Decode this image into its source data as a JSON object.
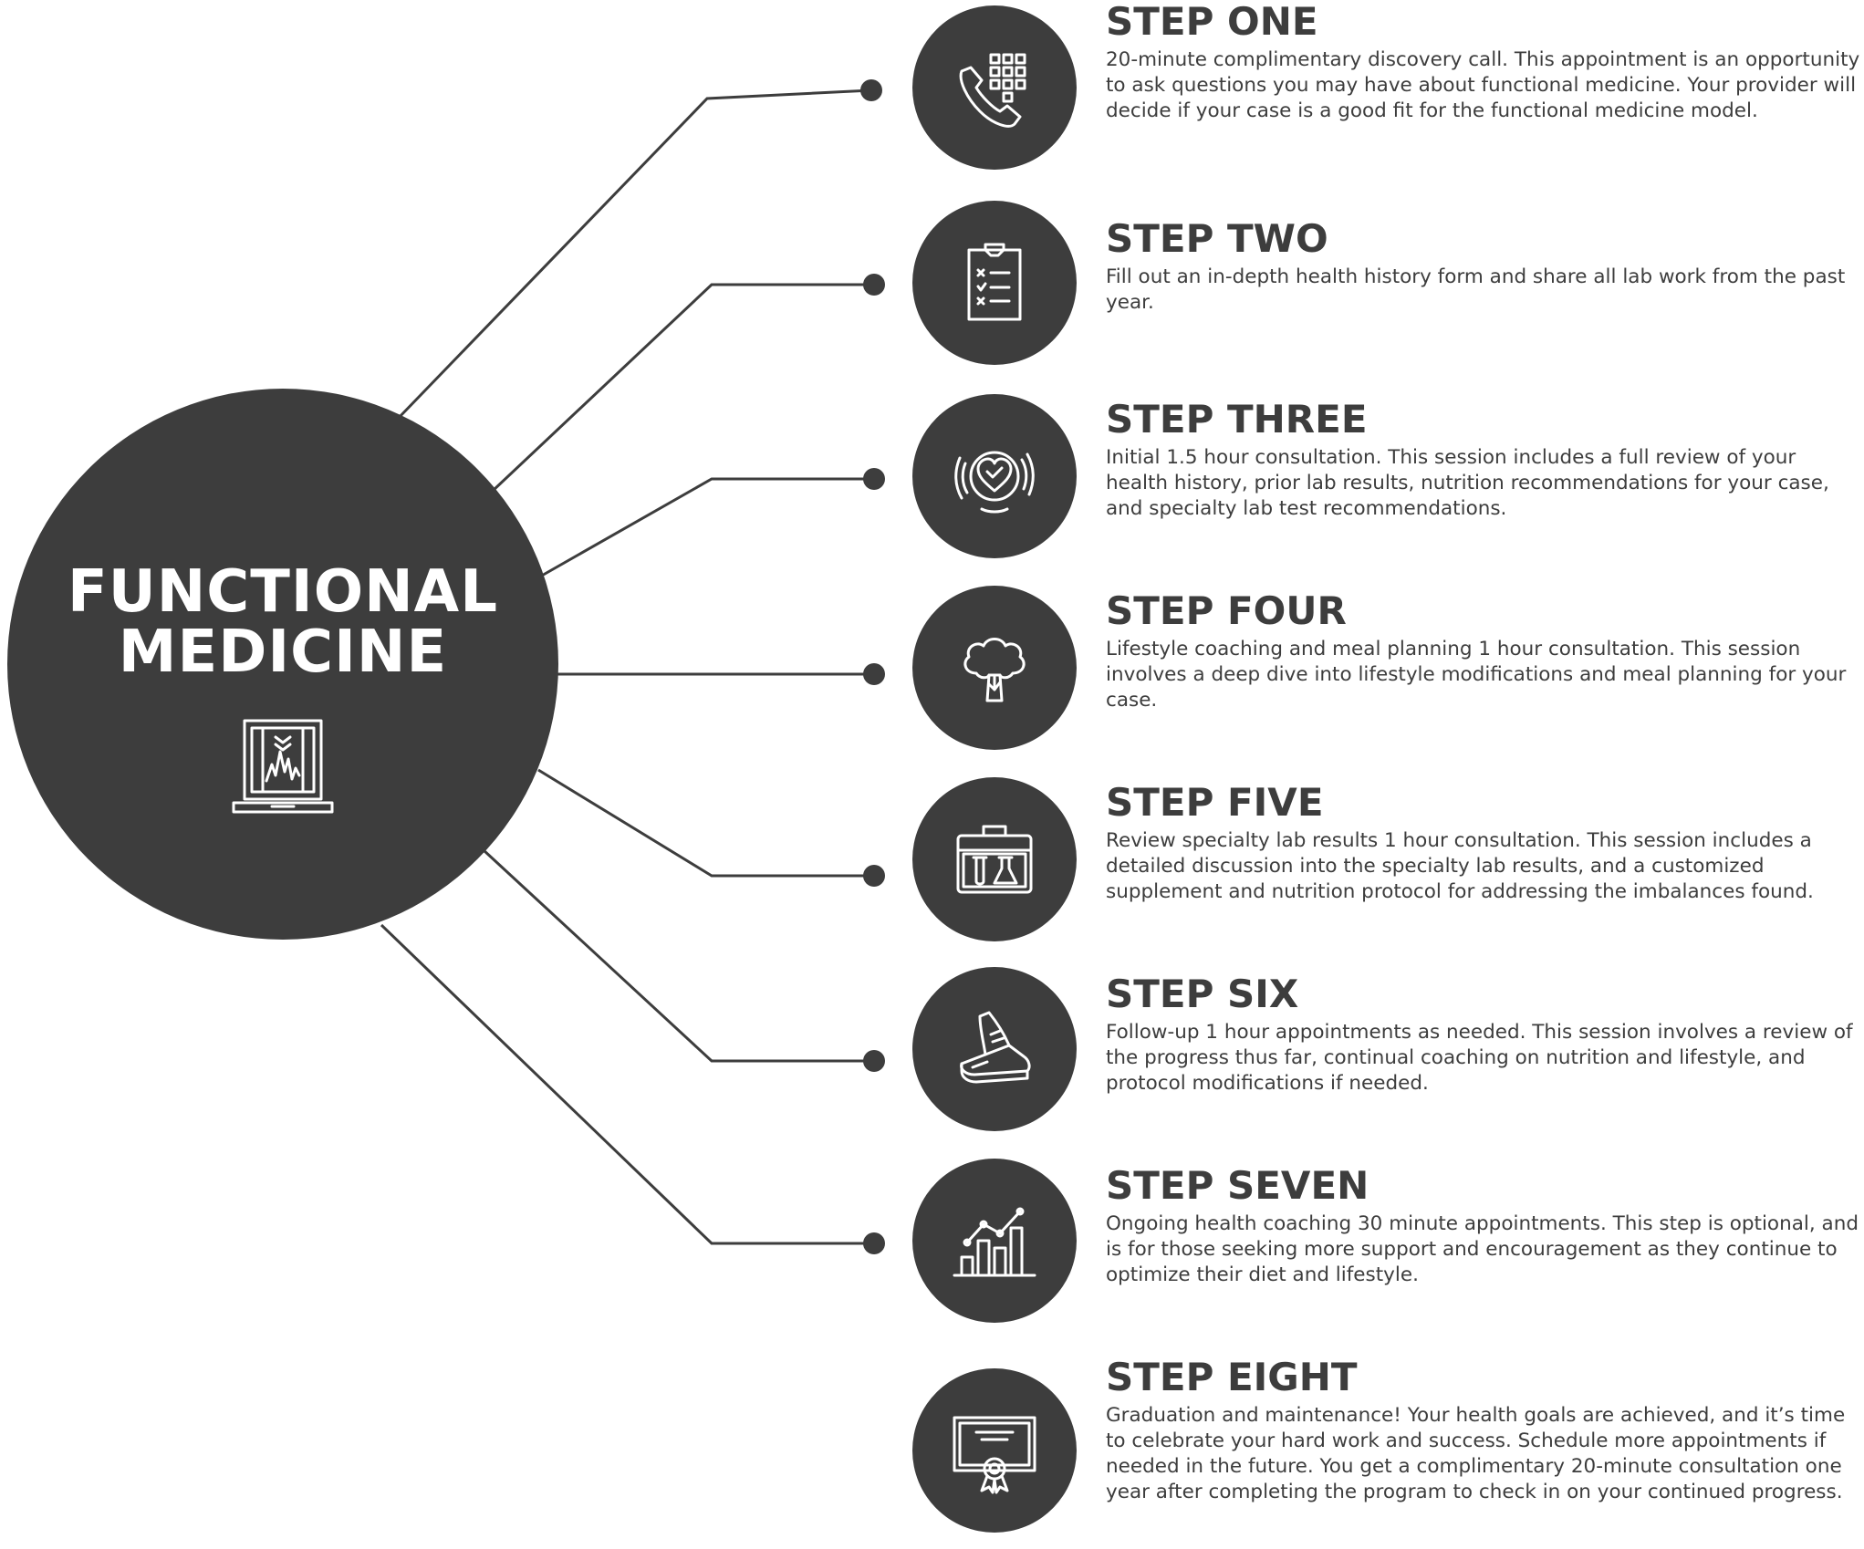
{
  "hub": {
    "title_line1": "FUNCTIONAL",
    "title_line2": "MEDICINE",
    "icon": "laptop-chart-icon"
  },
  "colors": {
    "dark": "#3d3d3d",
    "background": "#ffffff",
    "icon_stroke": "#ffffff"
  },
  "steps": [
    {
      "title": "STEP ONE",
      "icon": "phone-keypad-icon",
      "description": "20-minute complimentary discovery call. This appointment is an opportunity to ask questions you may have about functional medicine. Your provider will decide if your case is a good fit for the functional medicine model."
    },
    {
      "title": "STEP TWO",
      "icon": "clipboard-checklist-icon",
      "description": "Fill out an in-depth health history form and share all lab work from the past year."
    },
    {
      "title": "STEP THREE",
      "icon": "heart-check-icon",
      "description": "Initial 1.5 hour consultation. This session includes a full review of your health history, prior lab results, nutrition recommendations for your case, and specialty lab test recommendations."
    },
    {
      "title": "STEP FOUR",
      "icon": "broccoli-icon",
      "description": "Lifestyle coaching and meal planning 1 hour consultation. This session involves a deep dive into lifestyle modifications and meal planning for your case."
    },
    {
      "title": "STEP FIVE",
      "icon": "lab-kit-icon",
      "description": "Review specialty lab results 1 hour consultation. This session includes a detailed discussion into the specialty lab results, and a customized supplement and nutrition protocol for addressing the imbalances found."
    },
    {
      "title": "STEP SIX",
      "icon": "sneaker-icon",
      "description": "Follow-up 1 hour appointments as needed. This session involves a review of the progress thus far, continual coaching on nutrition and lifestyle, and protocol modifications if needed."
    },
    {
      "title": "STEP SEVEN",
      "icon": "growth-chart-icon",
      "description": "Ongoing health coaching 30 minute appointments. This step is optional, and is for those seeking more support and encouragement as they continue to optimize their diet and lifestyle."
    },
    {
      "title": "STEP EIGHT",
      "icon": "certificate-icon",
      "description": "Graduation and maintenance! Your health goals are achieved, and it’s time to celebrate your hard work and success. Schedule more appointments if needed in the future. You get a complimentary 20-minute consultation one year after completing the program to check in on your continued progress."
    }
  ]
}
